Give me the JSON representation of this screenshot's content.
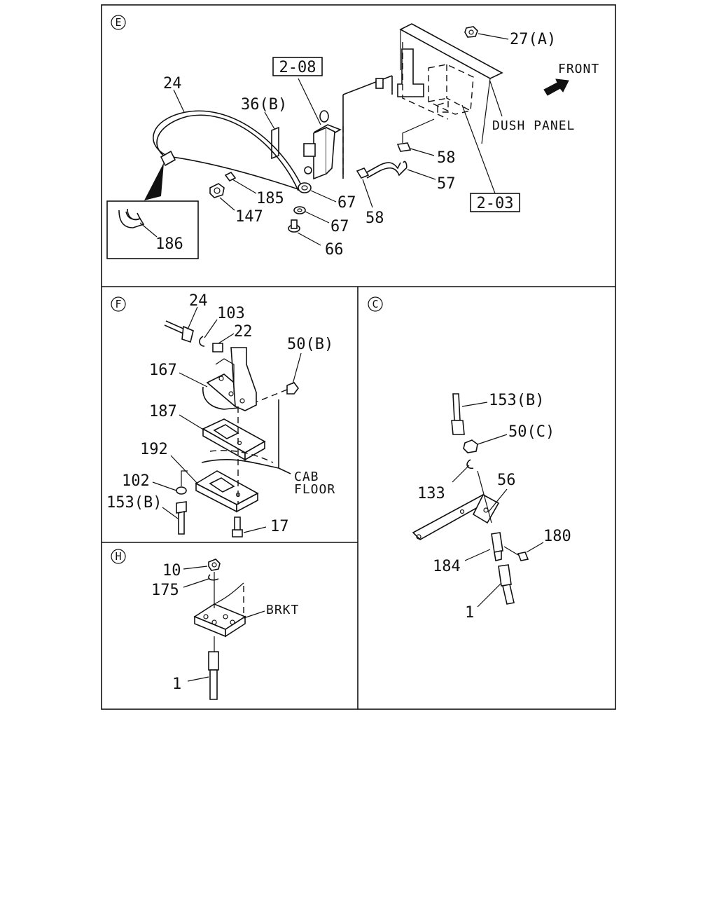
{
  "sections": {
    "E": {
      "badge": "E",
      "labels": {
        "p27a": "27(A)",
        "front": "FRONT",
        "ref208": "2-08",
        "p24": "24",
        "p36b": "36(B)",
        "dush": "DUSH PANEL",
        "p58a": "58",
        "p57": "57",
        "ref203": "2-03",
        "p185": "185",
        "p67a": "67",
        "p147": "147",
        "p67b": "67",
        "p58b": "58",
        "p186": "186",
        "p66": "66"
      }
    },
    "F": {
      "badge": "F",
      "labels": {
        "p24": "24",
        "p103": "103",
        "p22": "22",
        "p50b": "50(B)",
        "p167": "167",
        "p187": "187",
        "p192": "192",
        "cab": "CAB",
        "floor": "FLOOR",
        "p102": "102",
        "p153b": "153(B)",
        "p17": "17"
      }
    },
    "C": {
      "badge": "C",
      "labels": {
        "p153b": "153(B)",
        "p50c": "50(C)",
        "p56": "56",
        "p133": "133",
        "p180": "180",
        "p184": "184",
        "p1": "1"
      }
    },
    "H": {
      "badge": "H",
      "labels": {
        "p10": "10",
        "p175": "175",
        "brkt": "BRKT",
        "p1": "1"
      }
    }
  }
}
